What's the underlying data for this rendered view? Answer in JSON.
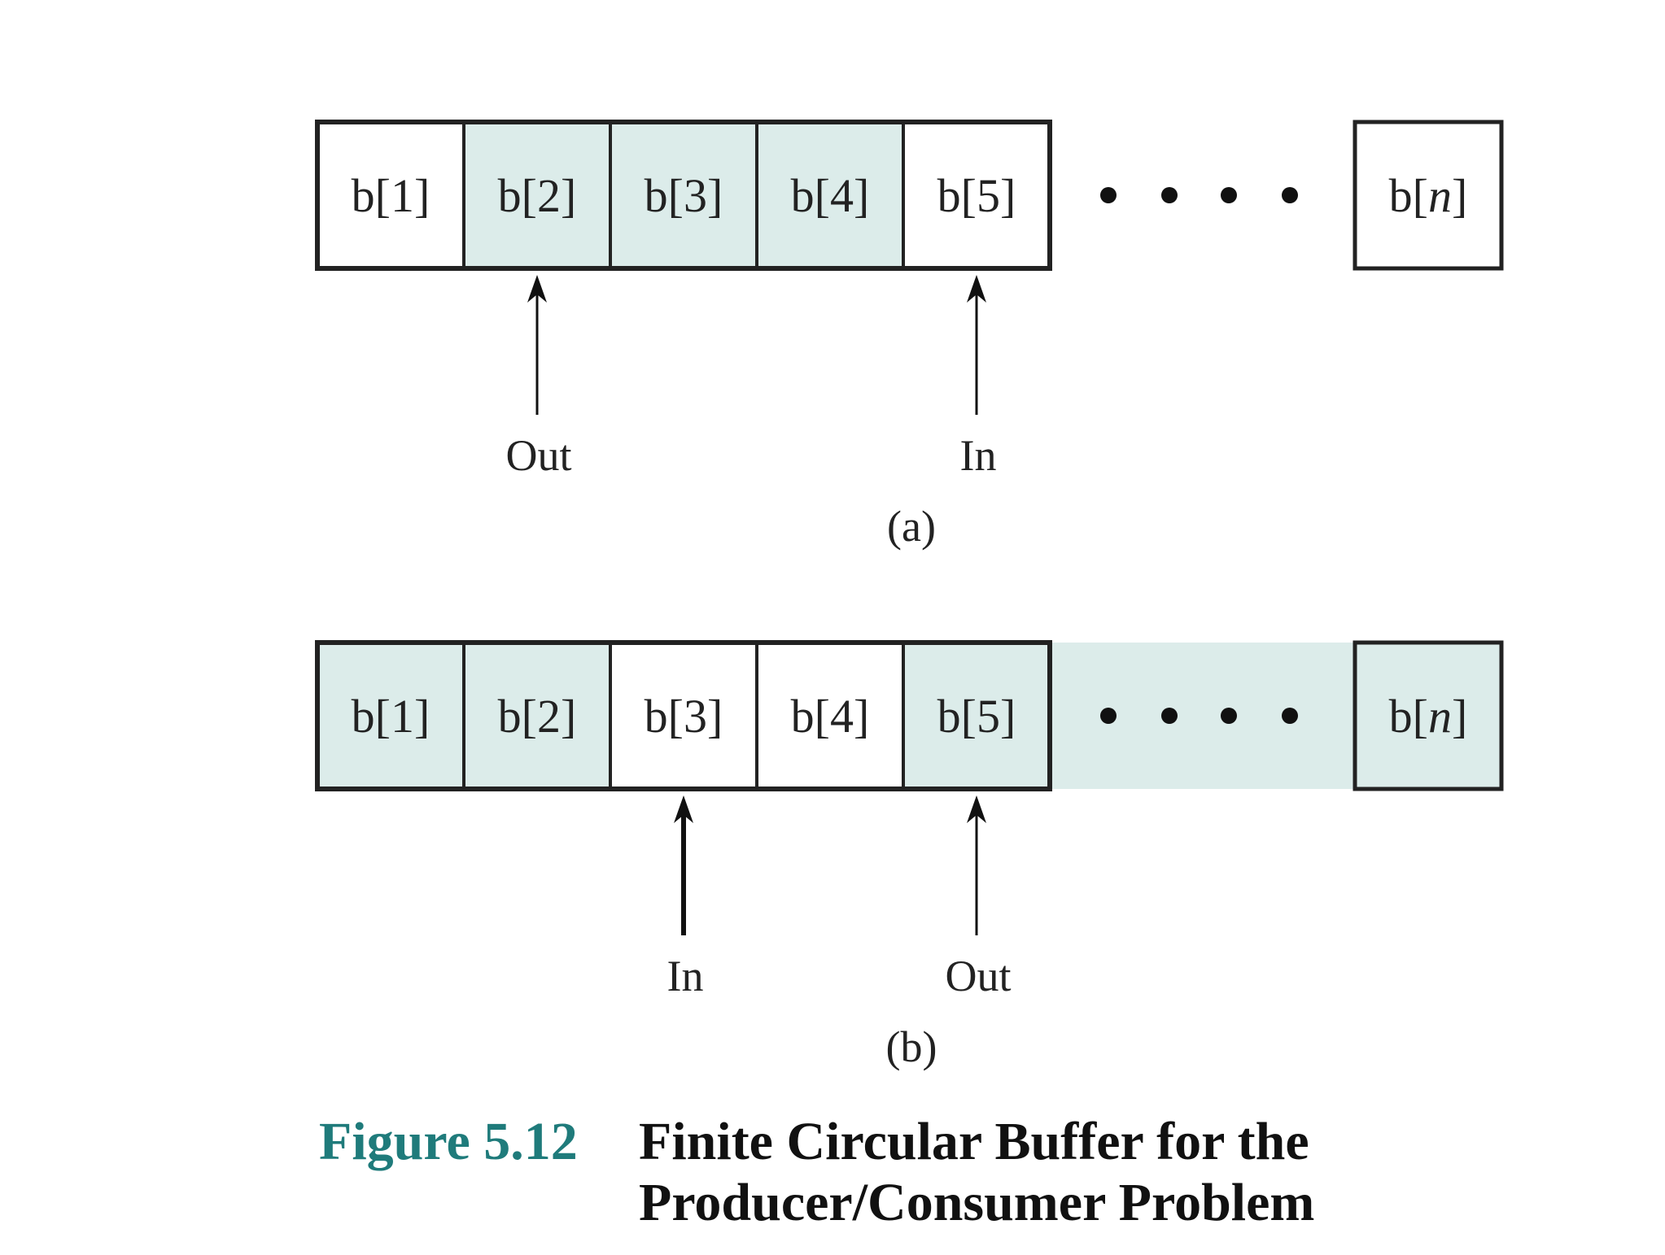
{
  "colors": {
    "shade": "#dcecea",
    "border": "#222222",
    "figure_number": "#1f7b7b"
  },
  "diagrams": [
    {
      "id": "a",
      "cells": [
        {
          "prefix": "b[",
          "index": "1",
          "suffix": "]",
          "italic": false,
          "shaded": false
        },
        {
          "prefix": "b[",
          "index": "2",
          "suffix": "]",
          "italic": false,
          "shaded": true
        },
        {
          "prefix": "b[",
          "index": "3",
          "suffix": "]",
          "italic": false,
          "shaded": true
        },
        {
          "prefix": "b[",
          "index": "4",
          "suffix": "]",
          "italic": false,
          "shaded": true
        },
        {
          "prefix": "b[",
          "index": "5",
          "suffix": "]",
          "italic": false,
          "shaded": false
        }
      ],
      "gap_shaded": false,
      "last_cell": {
        "prefix": "b[",
        "index": "n",
        "suffix": "]",
        "italic": true,
        "shaded": false
      },
      "pointers": [
        {
          "label": "Out",
          "cell_index": 1
        },
        {
          "label": "In",
          "cell_index": 4
        }
      ],
      "sublabel": "(a)"
    },
    {
      "id": "b",
      "cells": [
        {
          "prefix": "b[",
          "index": "1",
          "suffix": "]",
          "italic": false,
          "shaded": true
        },
        {
          "prefix": "b[",
          "index": "2",
          "suffix": "]",
          "italic": false,
          "shaded": true
        },
        {
          "prefix": "b[",
          "index": "3",
          "suffix": "]",
          "italic": false,
          "shaded": false
        },
        {
          "prefix": "b[",
          "index": "4",
          "suffix": "]",
          "italic": false,
          "shaded": false
        },
        {
          "prefix": "b[",
          "index": "5",
          "suffix": "]",
          "italic": false,
          "shaded": true
        }
      ],
      "gap_shaded": true,
      "last_cell": {
        "prefix": "b[",
        "index": "n",
        "suffix": "]",
        "italic": true,
        "shaded": true
      },
      "pointers": [
        {
          "label": "In",
          "cell_index": 2
        },
        {
          "label": "Out",
          "cell_index": 4
        }
      ],
      "sublabel": "(b)"
    }
  ],
  "caption": {
    "number": "Figure 5.12",
    "title_lines": [
      "Finite Circular Buffer for the",
      "Producer/Consumer Problem"
    ]
  }
}
